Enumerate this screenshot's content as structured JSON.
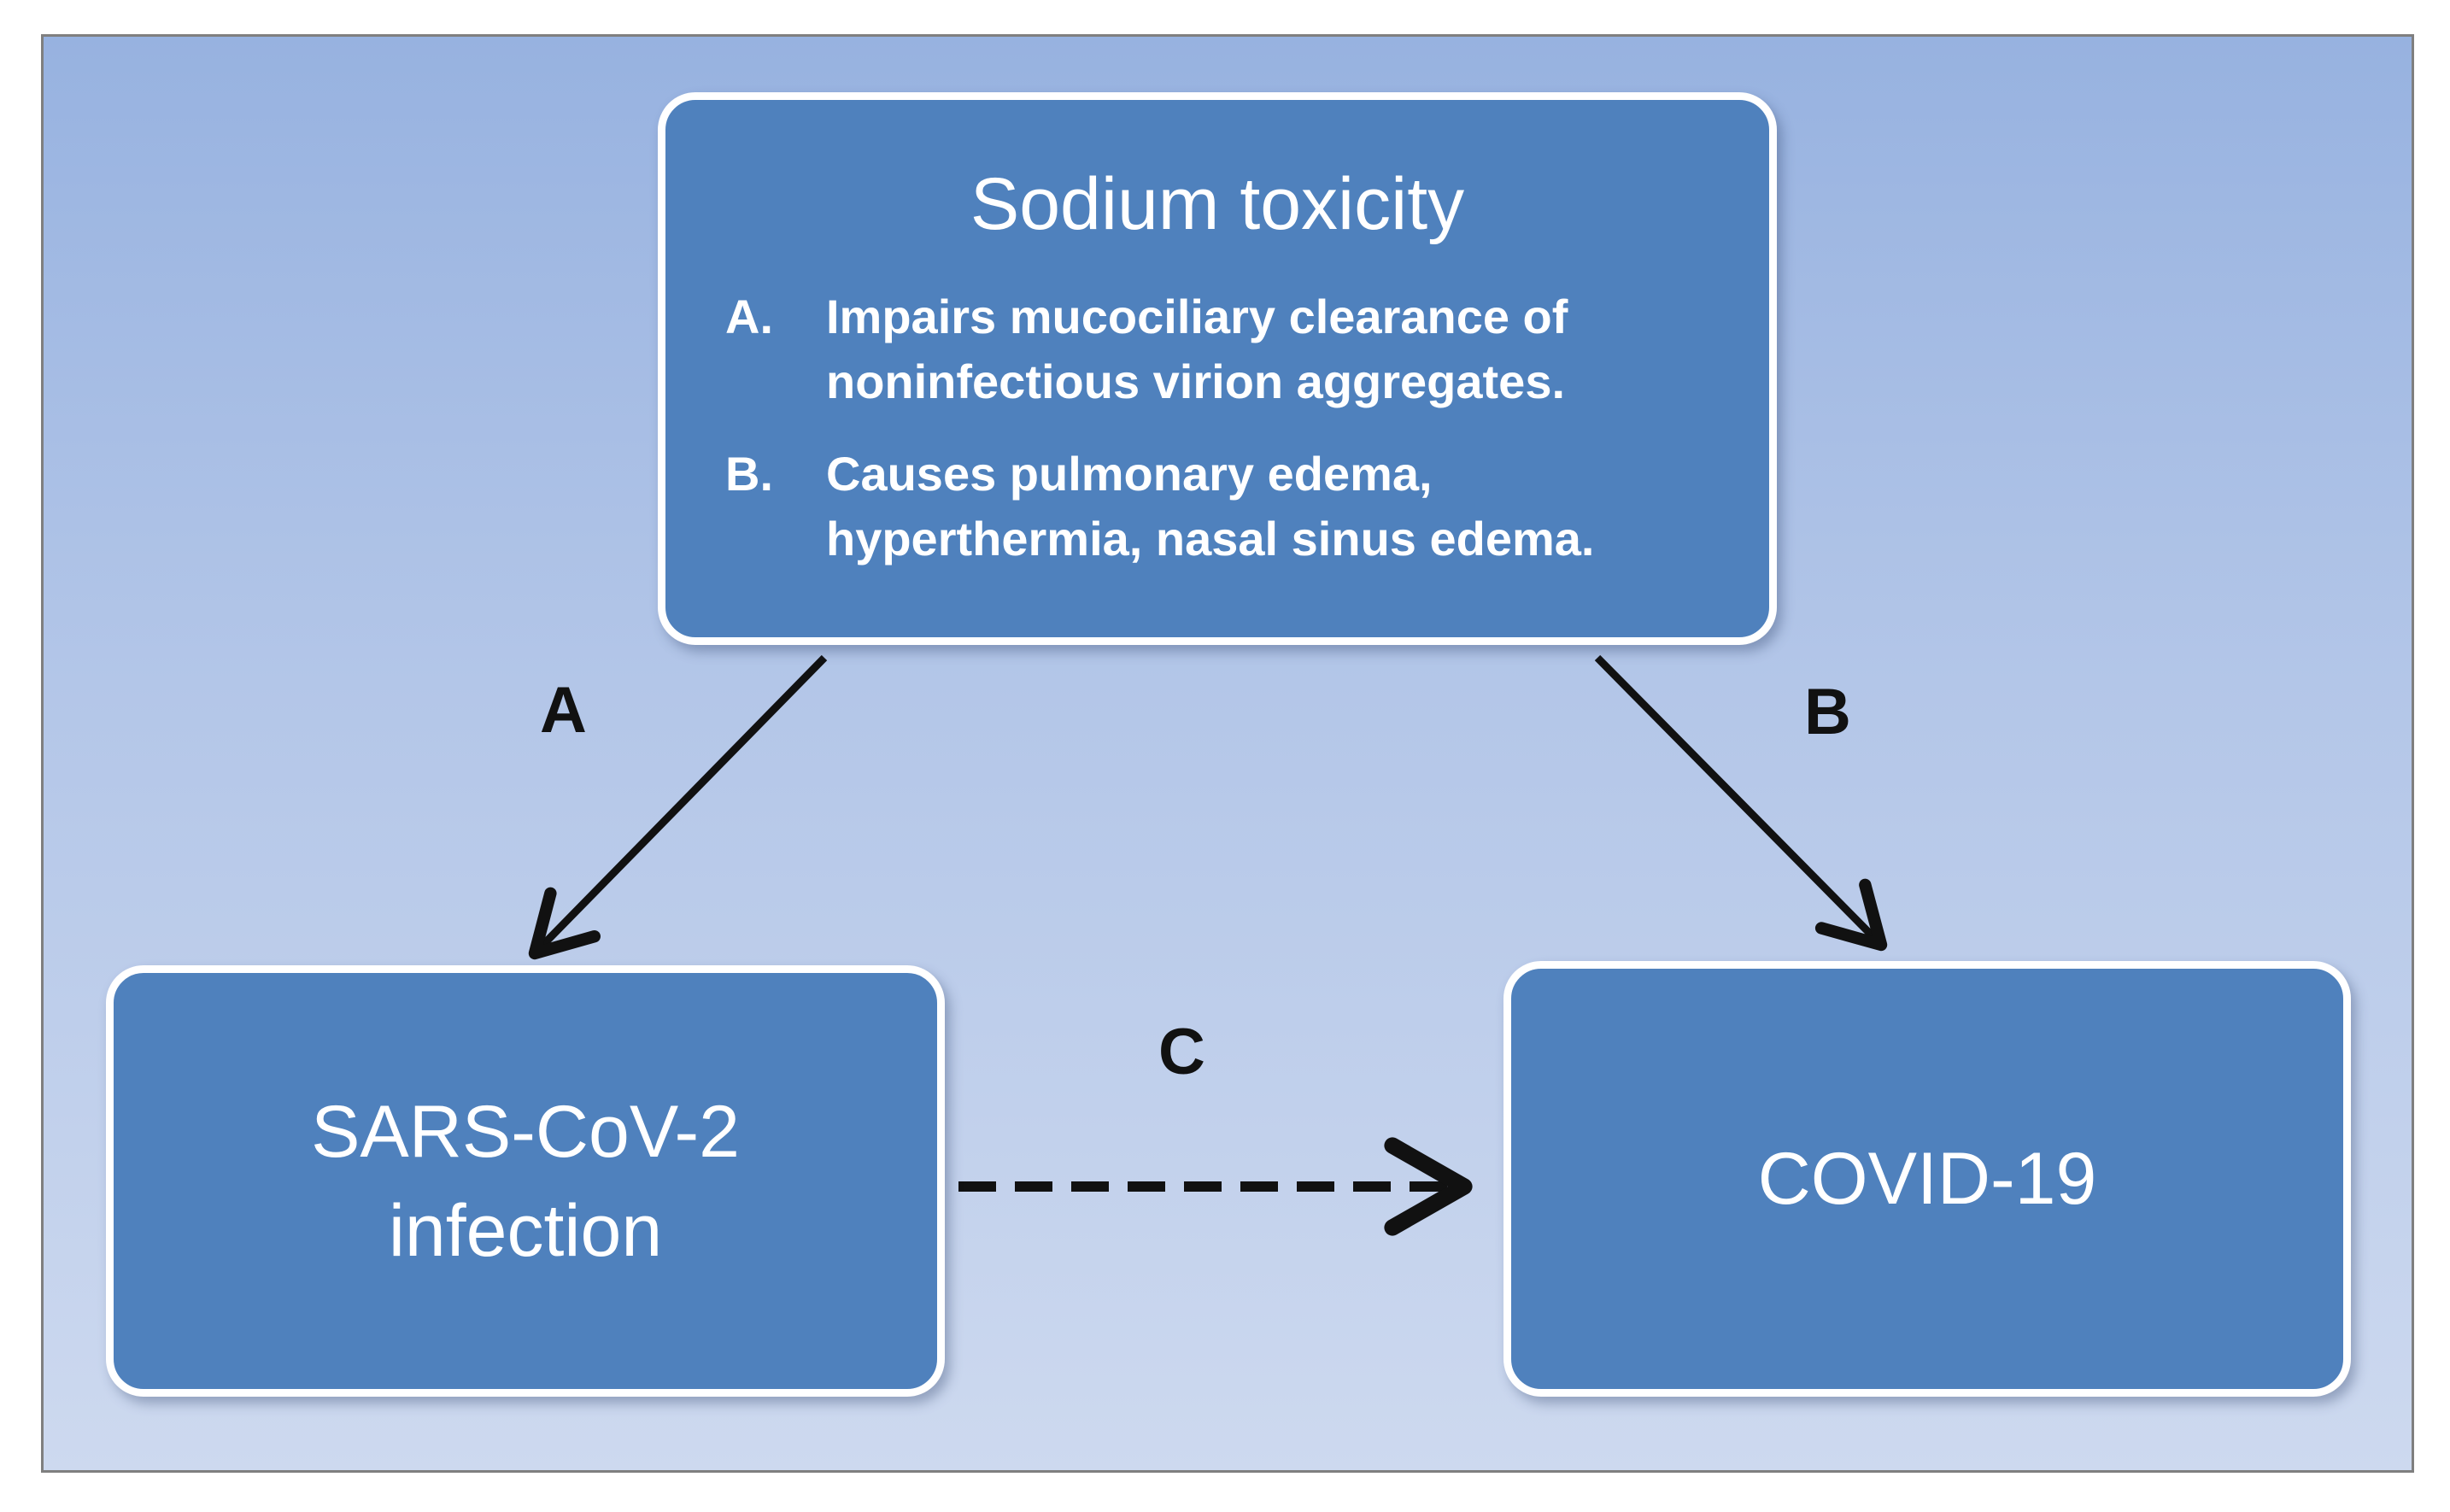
{
  "diagram": {
    "top_box": {
      "title": "Sodium toxicity",
      "items": [
        {
          "letter": "A.",
          "lines": [
            "Impairs mucociliary clearance of",
            "noninfectious virion aggregates."
          ]
        },
        {
          "letter": "B.",
          "lines": [
            "Causes pulmonary edema,",
            "hyperthermia, nasal sinus edema."
          ]
        }
      ]
    },
    "left_box": {
      "lines": [
        "SARS-CoV-2",
        "infection"
      ]
    },
    "right_box": {
      "lines": [
        "COVID-19"
      ]
    },
    "edges": [
      {
        "label": "A",
        "from": "Sodium toxicity",
        "to": "SARS-CoV-2 infection",
        "style": "solid"
      },
      {
        "label": "B",
        "from": "Sodium toxicity",
        "to": "COVID-19",
        "style": "solid"
      },
      {
        "label": "C",
        "from": "SARS-CoV-2 infection",
        "to": "COVID-19",
        "style": "dashed"
      }
    ],
    "colors": {
      "box_fill": "#4f81bd",
      "box_border": "#ffffff",
      "background_top": "#97b2e0",
      "background_bottom": "#cdd9ef",
      "arrow": "#111111"
    }
  }
}
